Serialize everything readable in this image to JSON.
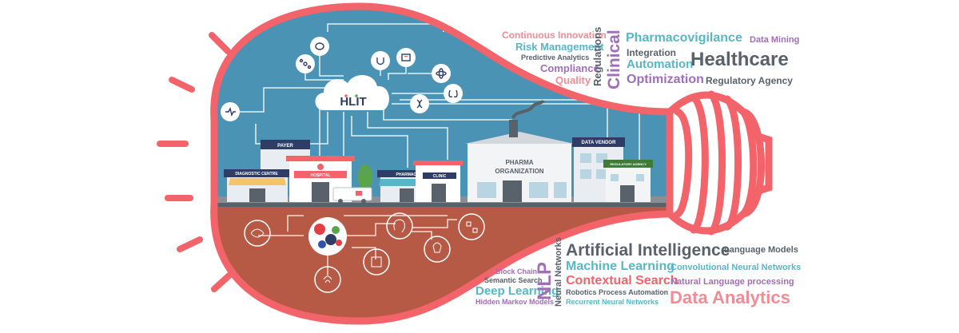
{
  "colors": {
    "coral": "#f2636a",
    "sky": "#4b93b4",
    "soil": "#b65a45",
    "slate": "#59616b",
    "teal": "#58b7c7",
    "purple": "#a06fb8",
    "pink": "#f08d94",
    "navy": "#2f3d66",
    "green": "#5aa54c"
  },
  "logo": {
    "text": "HLIT"
  },
  "buildings": {
    "payer": "PAYER",
    "diagnostic": "DIAGNOSTIC CENTRE",
    "hospital": "HOSPITAL",
    "pharmacy": "PHARMACY",
    "clinic": "CLINIC",
    "pharma_line1": "PHARMA",
    "pharma_line2": "ORGANIZATION",
    "data_vendor": "DATA VENDOR",
    "regulatory": "REGULATORY AGENCY"
  },
  "cloud_icons": [
    "heart-pulse-icon",
    "brain-icon",
    "network-icon",
    "stethoscope-icon",
    "first-aid-kit-icon",
    "atom-icon",
    "lungs-icon",
    "dna-icon"
  ],
  "soil_icons": [
    "circuit-brain-icon",
    "molecule-icon",
    "ai-head-icon",
    "workflow-icon",
    "bulb-chip-icon",
    "analytics-icon",
    "fingerprint-icon"
  ],
  "words_top": {
    "continuous_innovation": "Continuous Innovation",
    "risk_management": "Risk Management",
    "predictive_analytics": "Predictive Analytics",
    "compliance": "Compliance",
    "quality": "Quality",
    "regulations": "Regulations",
    "clinical": "Clinical",
    "pharmacovigilance": "Pharmacovigilance",
    "data_mining": "Data Mining",
    "integration": "Integration",
    "automation": "Automation",
    "healthcare": "Healthcare",
    "optimization": "Optimization",
    "regulatory_agency": "Regulatory Agency"
  },
  "words_bottom": {
    "block_chain": "Block Chain",
    "semantic_search": "Semantic Search",
    "deep_learning": "Deep Learning",
    "hidden_markov_models": "Hidden Markov Models",
    "nlp": "NLP",
    "neural_networks": "Neural Networks",
    "artificial_intelligence": "Artificial Intelligence",
    "language_models": "Language Models",
    "machine_learning": "Machine Learning",
    "convolutional_neural_networks": "Convolutional Neural Networks",
    "contextual_search": "Contextual Search",
    "natural_language_processing": "Natural Language processing",
    "robotics_process_automation": "Robotics Process Automation",
    "recurrent_neural_networks": "Recurrent Neural Networks",
    "data_analytics": "Data Analytics"
  }
}
